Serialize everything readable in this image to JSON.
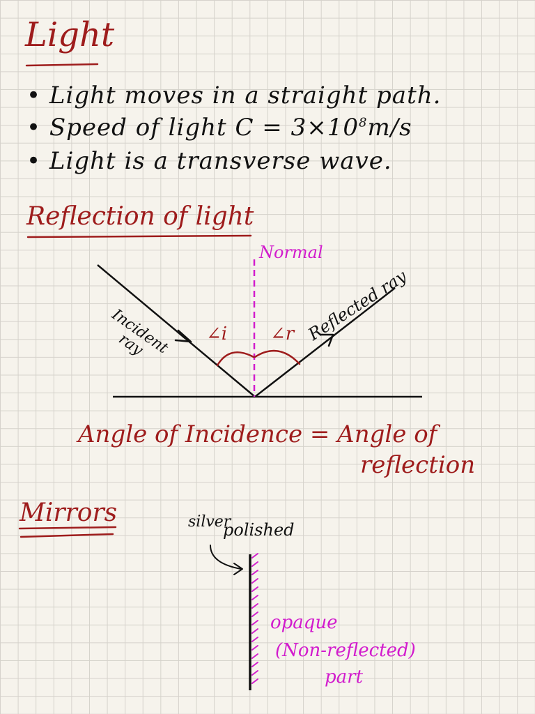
{
  "title": "Light",
  "bullets": [
    "• Light moves in a straight path.",
    "• Speed of light  C = 3×10",
    "• Light is a transverse wave."
  ],
  "speed_exponent": "8",
  "speed_unit": "m/s",
  "reflection": {
    "heading": "Reflection of light",
    "normal_label": "Normal",
    "incident_label_line1": "Incident",
    "incident_label_line2": "ray",
    "reflected_label": "Reflected ray",
    "angle_i": "∠i",
    "angle_r": "∠r",
    "law_line1": "Angle of Incidence = Angle of",
    "law_line2": "reflection"
  },
  "mirrors": {
    "heading": "Mirrors",
    "silver_label": "silver",
    "polished_label": "polished",
    "opaque_label": "opaque",
    "non_reflected_label": "(Non-reflected)",
    "part_label": "part"
  },
  "colors": {
    "heading_red": "#9e1c1c",
    "ink_black": "#111111",
    "magenta": "#d21ccd",
    "paper": "#f6f3ec",
    "grid": "#d5d2cb"
  }
}
